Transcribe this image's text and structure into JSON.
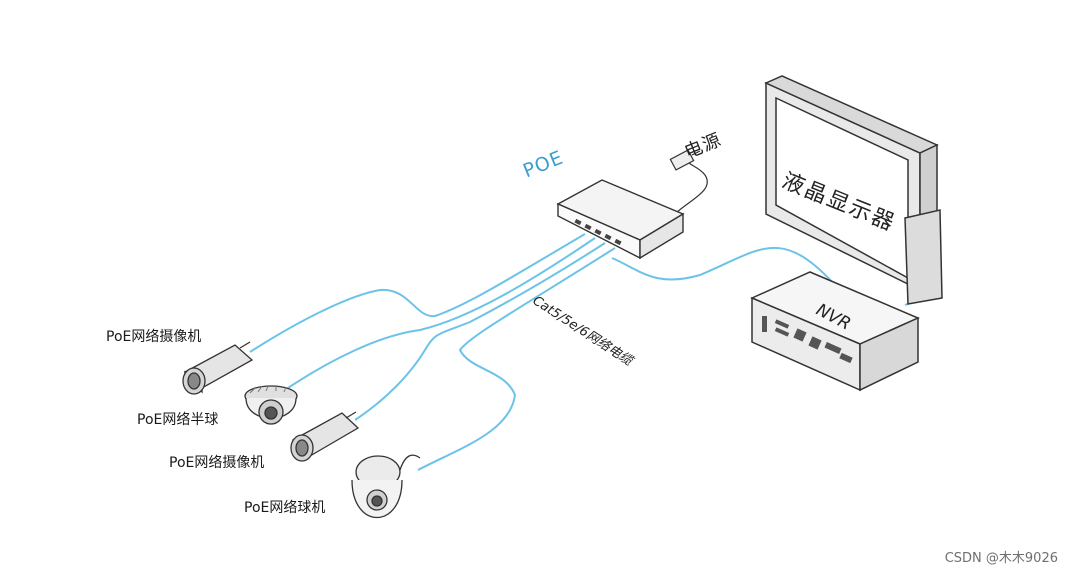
{
  "labels": {
    "poe": "POE",
    "power": "电源",
    "cable": "Cat5/5e/6网络电缆",
    "lcd": "液晶显示器",
    "nvr": "NVR",
    "cam1": "PoE网络摄像机",
    "dome": "PoE网络半球",
    "cam2": "PoE网络摄像机",
    "ptz": "PoE网络球机"
  },
  "watermark": "CSDN @木木9026",
  "colors": {
    "cable": "#6cc3e8",
    "poe_text": "#3c9fd0",
    "outline": "#333333"
  }
}
